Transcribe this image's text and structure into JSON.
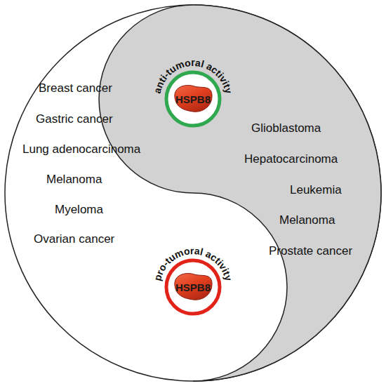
{
  "diagram": {
    "nodes": [
      {
        "text": [
          "anti-tumoral activity",
          "HSPB8"
        ]
      },
      {
        "text": [
          "pro-tumoral activity",
          "HSPB8"
        ]
      }
    ],
    "labels": [
      "Breast cancer",
      "Gastric cancer",
      "Lung adenocarcinoma",
      "Melanoma",
      "Myeloma",
      "Ovarian cancer",
      "Glioblastoma",
      "Hepatocarcinoma",
      "Leukemia",
      "Melanoma",
      "Prostate cancer"
    ]
  }
}
